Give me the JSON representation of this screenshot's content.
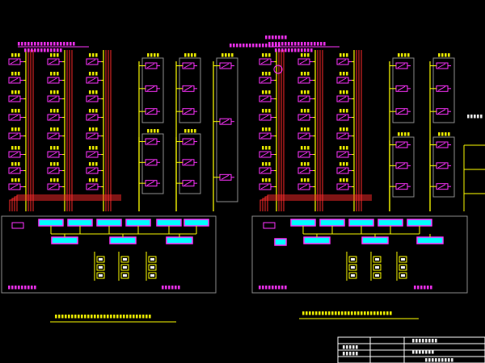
{
  "canvas": {
    "background": "#000000"
  },
  "colors": {
    "red": "#ff2a2a",
    "yellow": "#ffff00",
    "magenta": "#ff33ff",
    "cyan": "#00ffff",
    "gray": "#8c8c8c",
    "white": "#ffffff",
    "green": "#33ff66",
    "blue": "#3a3aff"
  },
  "left_system": {
    "header_1": "",
    "header_2": "",
    "columns": [
      {
        "camera_count": 8,
        "labels": [
          "",
          "",
          "",
          "",
          "",
          "",
          "",
          ""
        ]
      },
      {
        "camera_count": 8,
        "labels": [
          "",
          "",
          "",
          "",
          "",
          "",
          "",
          ""
        ]
      },
      {
        "camera_count": 8,
        "labels": [
          "",
          "",
          "",
          "",
          "",
          "",
          "",
          ""
        ]
      }
    ],
    "groups": [
      {
        "header": "",
        "camera_count": 3
      },
      {
        "header": "",
        "camera_count": 3
      },
      {
        "header": "",
        "camera_count": 3
      },
      {
        "header": "",
        "camera_count": 3
      },
      {
        "header": "",
        "camera_count": 3
      }
    ],
    "control_room_label": "",
    "second_room_label": ""
  },
  "right_system": {
    "header_1": "",
    "header_2": "",
    "header_3": "",
    "header_4": "",
    "columns": [
      {
        "camera_count": 8,
        "labels": [
          "",
          "",
          "",
          "",
          "",
          "",
          "",
          ""
        ]
      },
      {
        "camera_count": 8,
        "labels": [
          "",
          "",
          "",
          "",
          "",
          "",
          "",
          ""
        ]
      },
      {
        "camera_count": 8,
        "labels": [
          "",
          "",
          "",
          "",
          "",
          "",
          "",
          ""
        ]
      }
    ],
    "groups": [
      {
        "header": "",
        "camera_count": 3
      },
      {
        "header": "",
        "camera_count": 3
      },
      {
        "header": "",
        "camera_count": 3
      },
      {
        "header": "",
        "camera_count": 3
      }
    ],
    "side_label": "",
    "control_room_label": "",
    "second_room_label": ""
  },
  "captions": {
    "left": "",
    "right": ""
  },
  "title_block": {
    "rows": [
      "",
      "",
      "",
      ""
    ],
    "drawing_title": ""
  }
}
